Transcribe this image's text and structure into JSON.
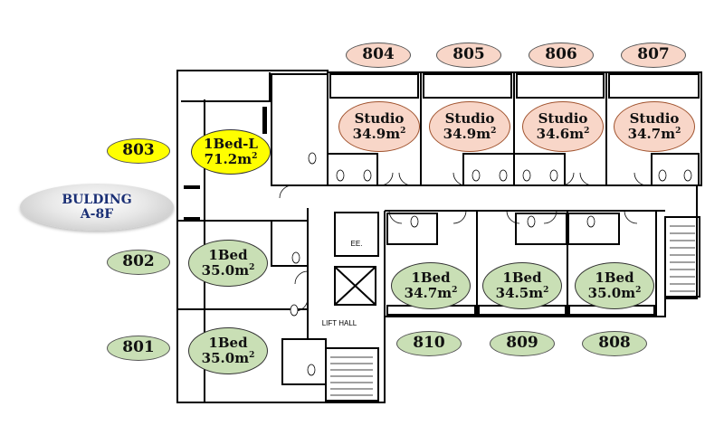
{
  "building": {
    "line1": "BULDING",
    "line2": "A-8F"
  },
  "annotations": {
    "ee": "EE.",
    "lift_hall": "LIFT HALL"
  },
  "colors": {
    "green": "#c9dfb5",
    "pink": "#f8d6c8",
    "yellow": "#ffff00",
    "building_text": "#1a2f75"
  },
  "room_numbers": [
    "804",
    "805",
    "806",
    "807",
    "803",
    "802",
    "801",
    "810",
    "809",
    "808"
  ],
  "units": [
    {
      "id": "803",
      "type": "1Bed-L",
      "area": "71.2m",
      "unit_mark": "2"
    },
    {
      "id": "804",
      "type": "Studio",
      "area": "34.9m",
      "unit_mark": "2"
    },
    {
      "id": "805",
      "type": "Studio",
      "area": "34.9m",
      "unit_mark": "2"
    },
    {
      "id": "806",
      "type": "Studio",
      "area": "34.6m",
      "unit_mark": "2"
    },
    {
      "id": "807",
      "type": "Studio",
      "area": "34.7m",
      "unit_mark": "2"
    },
    {
      "id": "802",
      "type": "1Bed",
      "area": "35.0m",
      "unit_mark": "2"
    },
    {
      "id": "801",
      "type": "1Bed",
      "area": "35.0m",
      "unit_mark": "2"
    },
    {
      "id": "810",
      "type": "1Bed",
      "area": "34.7m",
      "unit_mark": "2"
    },
    {
      "id": "809",
      "type": "1Bed",
      "area": "34.5m",
      "unit_mark": "2"
    },
    {
      "id": "808",
      "type": "1Bed",
      "area": "35.0m",
      "unit_mark": "2"
    }
  ]
}
